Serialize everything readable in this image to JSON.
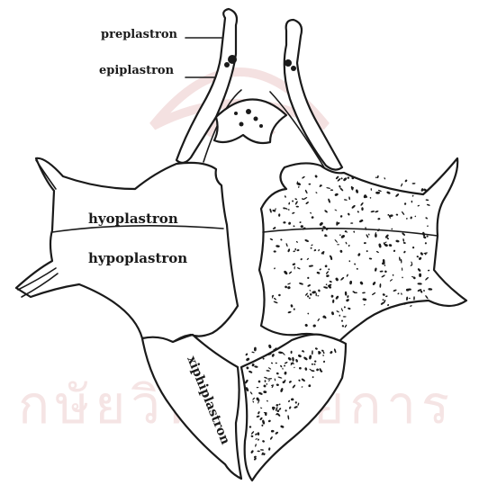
{
  "labels": {
    "preplastron": "preplastron",
    "epiplastron": "epiplastron",
    "hyoplastron": "hyoplastron",
    "hypoplastron": "hypoplastron",
    "xiphiplastron": "xiphiplastron"
  },
  "watermark_text": "กษัยวิทยาลัยการ",
  "colors": {
    "ink": "#1a1a1a",
    "watermark": "#f3dede"
  }
}
